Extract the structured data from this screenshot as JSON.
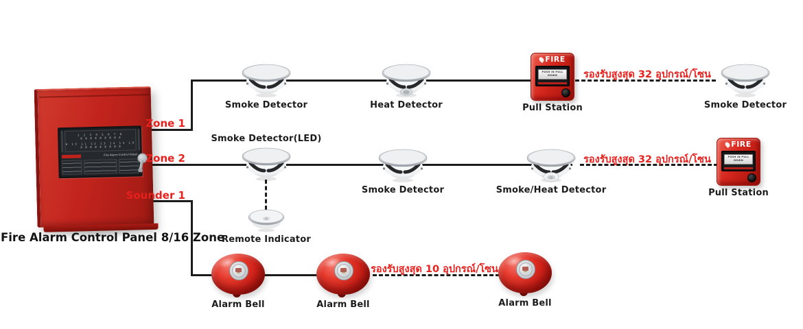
{
  "title": "Fire Alarm Control Panel 8/16 Zone",
  "colors": {
    "accent_red": "#e7211d",
    "wire_black": "#1b1b1b",
    "panel_red": "#c2241d",
    "device_white": "#eff1f2"
  },
  "panel": {
    "display_title": "Fire Alarm Control Panel",
    "zone_numbers_row1": "1 2 3 4 5 6 7 8",
    "zone_numbers_row2": "9 10 11 12 13 14 15 16"
  },
  "pull_station": {
    "face_text": "FIRE",
    "handle_text": "PUSH IN PULL DOWN"
  },
  "zones": [
    {
      "port": "Zone 1",
      "capacity_note": "รองรับสูงสุด 32 อุปกรณ์/โซน",
      "devices": [
        {
          "type": "smoke-detector",
          "label": "Smoke Detector"
        },
        {
          "type": "heat-detector",
          "label": "Heat Detector"
        },
        {
          "type": "pull-station",
          "label": "Pull Station"
        },
        {
          "type": "smoke-detector",
          "label": "Smoke Detector"
        }
      ]
    },
    {
      "port": "Zone 2",
      "capacity_note": "รองรับสูงสุด 32 อุปกรณ์/โซน",
      "devices": [
        {
          "type": "smoke-detector-led",
          "label": "Smoke Detector(LED)"
        },
        {
          "type": "smoke-detector",
          "label": "Smoke Detector"
        },
        {
          "type": "smoke-heat-detector",
          "label": "Smoke/Heat Detector"
        },
        {
          "type": "pull-station",
          "label": "Pull Station"
        }
      ],
      "accessory": {
        "type": "remote-indicator",
        "label": "Remote Indicator"
      }
    },
    {
      "port": "Sounder 1",
      "capacity_note": "รองรับสูงสุด 10 อุปกรณ์/โซน",
      "devices": [
        {
          "type": "alarm-bell",
          "label": "Alarm Bell"
        },
        {
          "type": "alarm-bell",
          "label": "Alarm Bell"
        },
        {
          "type": "alarm-bell",
          "label": "Alarm Bell"
        }
      ]
    }
  ]
}
